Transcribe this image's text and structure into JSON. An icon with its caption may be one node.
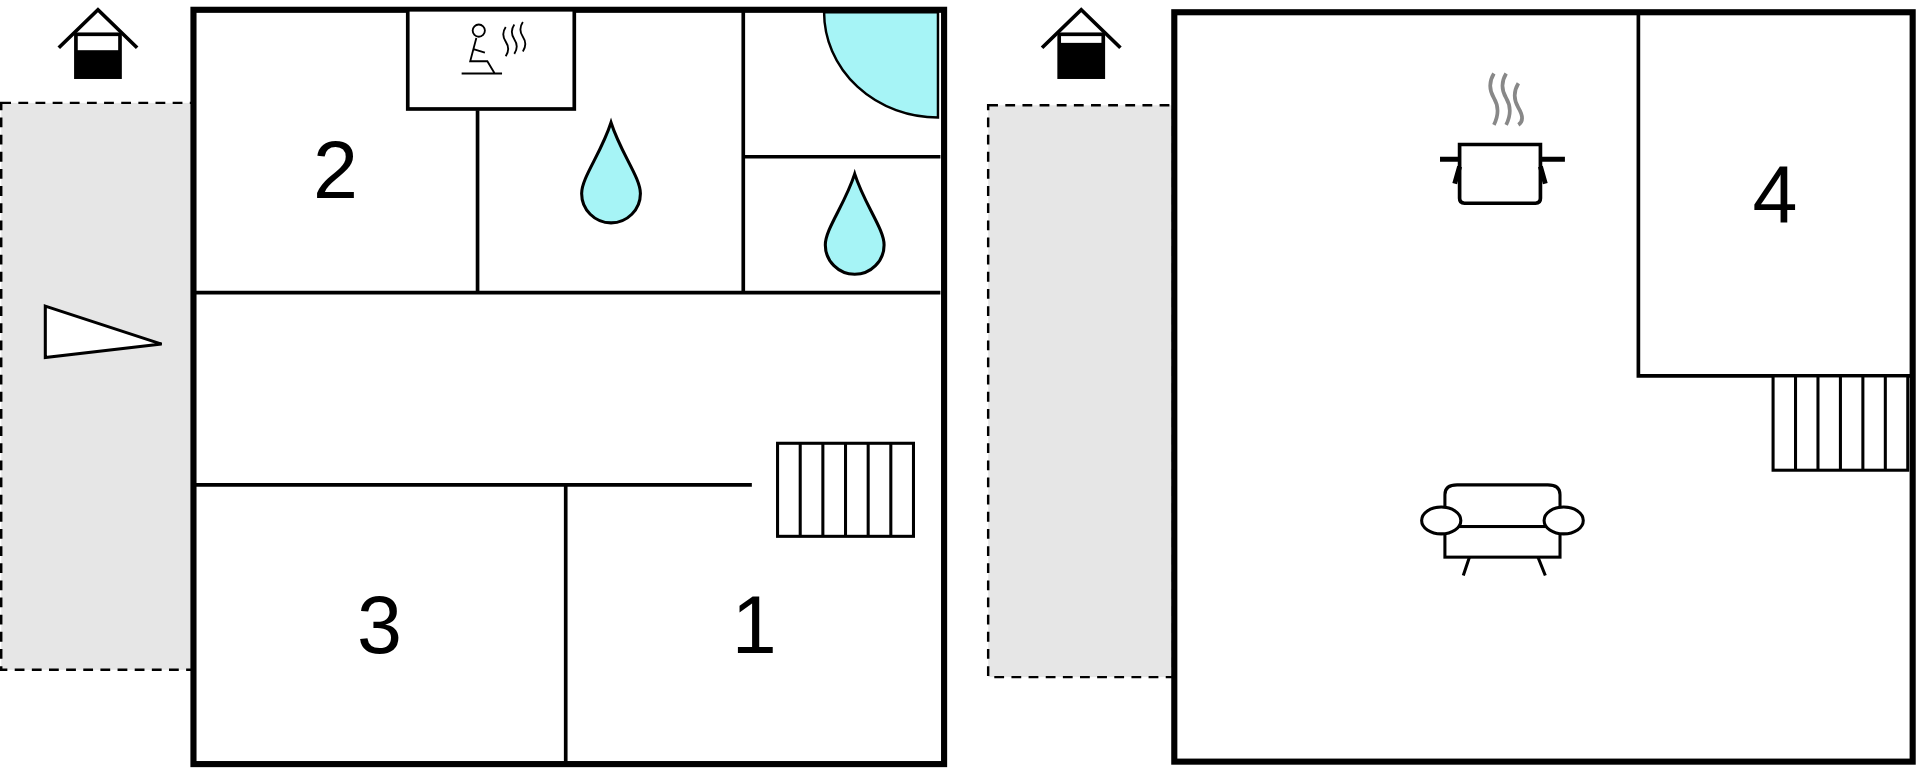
{
  "diagram": {
    "nodes": [
      {
        "text": [
          "2"
        ]
      },
      {
        "text": [
          "3"
        ]
      },
      {
        "text": [
          "1"
        ]
      },
      {
        "text": [
          "4"
        ]
      }
    ]
  }
}
